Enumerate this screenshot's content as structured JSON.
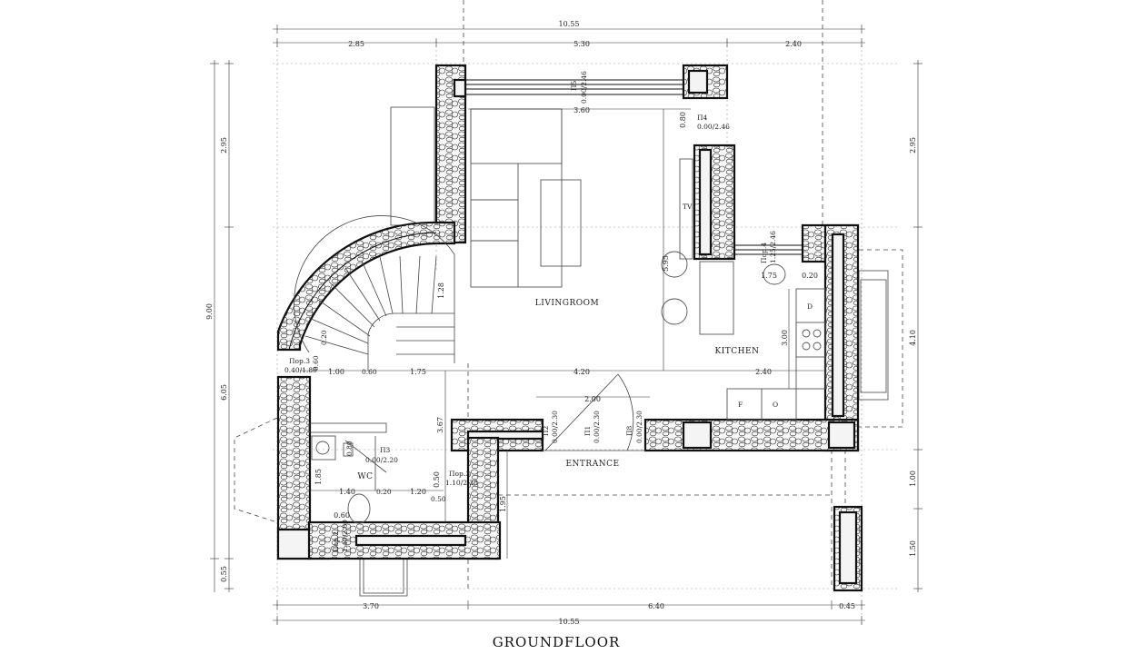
{
  "title": "GROUNDFLOOR",
  "rooms": {
    "livingroom": "LIVINGROOM",
    "kitchen": "KITCHEN",
    "entrance": "ENTRANCE",
    "wc": "WC",
    "tv": "TV",
    "dishwasher": "D",
    "fridge": "F",
    "oven": "O"
  },
  "dimensions": {
    "top_total": "10.55",
    "top_a": "2.85",
    "top_b": "5.30",
    "top_c": "2.40",
    "bottom_total": "10.55",
    "bottom_a": "3.70",
    "bottom_b": "6.40",
    "bottom_c": "0.45",
    "left_total": "9.00",
    "left_a": "2.95",
    "left_b": "6.05",
    "left_c": "0.55",
    "right_a": "2.95",
    "right_b": "4.10",
    "right_c": "1.00",
    "right_d": "1.50",
    "living_width": "3.60",
    "living_depth": "5.95",
    "stair_width": "1.00",
    "stair_depth": "1.75",
    "stair_rise": "1.28",
    "hall_width": "4.20",
    "kitchen_width": "2.40",
    "kitchen_depth": "3.00",
    "entrance_width": "2.00",
    "entrance_depth": "1.95",
    "hall_depth": "3.67",
    "wc_width": "1.40",
    "wc_depth": "1.85",
    "wc_door": "1.20",
    "kitchen_island": "1.75",
    "wall_gap": "0.80",
    "wall_gap_b": "0.50",
    "win_a": "0.60",
    "stair_b": "0.20"
  },
  "openings": {
    "p5": "П5",
    "p5_size": "0.00/2.46",
    "p4": "П4",
    "p4_size": "0.00/2.46",
    "p4b": "Пор.4",
    "p4b_size": "1.25/2.46",
    "p3": "П3",
    "p3_size": "0.00/2.20",
    "p1": "П1",
    "p1_size": "0.00/2.30",
    "p2": "П2",
    "p2_size": "0.00/2.30",
    "p8": "П8",
    "p8_size": "0.00/2.30",
    "por3": "Пор.3",
    "por3_size": "0.40/1.80",
    "por3b": "Пор.3",
    "por3b_size": "1.10/2.38",
    "por2": "Пор.2",
    "por2_size": "1.40/2.00",
    "mark_a": "0.80",
    "mark_b": "0.60",
    "mark_c": "0.20",
    "mark_d": "0.20",
    "mark_e": "0.60",
    "mark_f": "0.50"
  }
}
